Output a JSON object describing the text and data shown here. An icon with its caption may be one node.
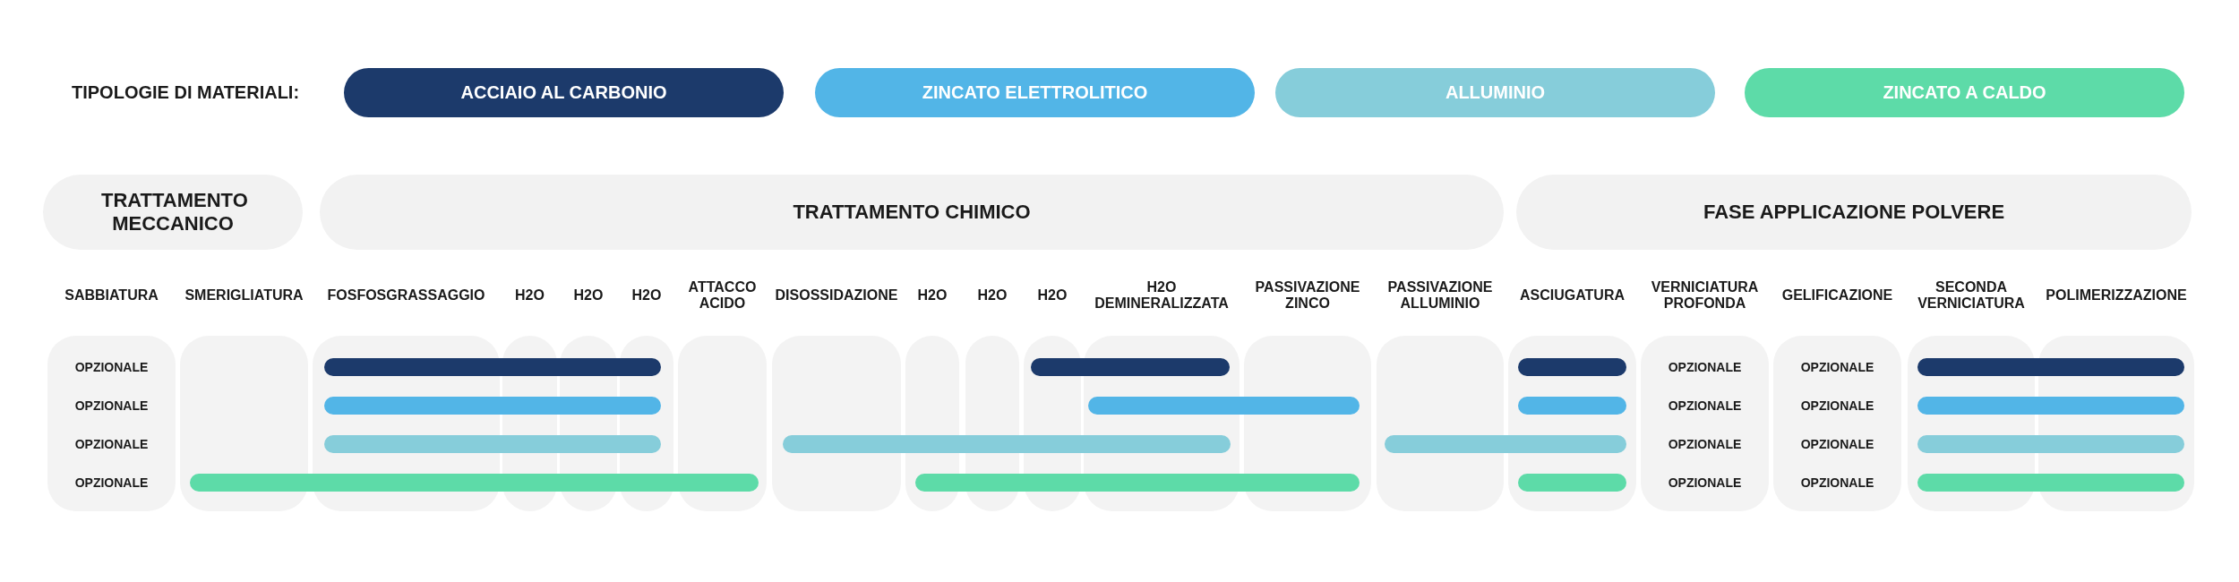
{
  "diagram": {
    "nodes": [
      {
        "text": [
          "TRATTAMENTO MECCANICO"
        ]
      },
      {
        "text": [
          "TRATTAMENTO CHIMICO"
        ]
      },
      {
        "text": [
          "FASE APPLICAZIONE POLVERE"
        ]
      },
      {
        "text": [
          "OPZIONALE",
          "OPZIONALE",
          "OPZIONALE",
          "OPZIONALE"
        ],
        "beside": [
          "SABBIATURA"
        ]
      },
      {
        "text": [],
        "shape": "box",
        "beside": [
          "SMERIGLIATURA"
        ]
      },
      {
        "text": [],
        "shape": "box",
        "beside": [
          "FOSFOSGRASSAGGIO"
        ]
      },
      {
        "text": [],
        "shape": "box",
        "beside": [
          "H2O"
        ]
      },
      {
        "text": [],
        "shape": "box",
        "beside": [
          "H2O"
        ]
      },
      {
        "text": [],
        "shape": "box",
        "beside": [
          "H2O"
        ]
      },
      {
        "text": [],
        "shape": "box",
        "beside": [
          "ATTACCO ACIDO"
        ]
      },
      {
        "text": [],
        "shape": "box",
        "beside": [
          "DISOSSIDAZIONE"
        ]
      },
      {
        "text": [],
        "shape": "box",
        "beside": [
          "H2O"
        ]
      },
      {
        "text": [],
        "shape": "box",
        "beside": [
          "H2O"
        ]
      },
      {
        "text": [],
        "shape": "box",
        "beside": [
          "H2O"
        ]
      },
      {
        "text": [],
        "shape": "box",
        "beside": [
          "H2O DEMINERALIZZATA"
        ]
      },
      {
        "text": [],
        "shape": "box",
        "beside": [
          "PASSIVAZIONE ZINCO"
        ]
      },
      {
        "text": [],
        "shape": "box",
        "beside": [
          "PASSIVAZIONE ALLUMINIO"
        ]
      },
      {
        "text": [],
        "shape": "box",
        "beside": [
          "ASCIUGATURA"
        ]
      },
      {
        "text": [
          "OPZIONALE",
          "OPZIONALE",
          "OPZIONALE",
          "OPZIONALE"
        ],
        "beside": [
          "VERNICIATURA PROFONDA"
        ]
      },
      {
        "text": [
          "OPZIONALE",
          "OPZIONALE",
          "OPZIONALE",
          "OPZIONALE"
        ],
        "beside": [
          "GELIFICAZIONE"
        ]
      },
      {
        "text": [],
        "shape": "box",
        "beside": [
          "SECONDA VERNICIATURA"
        ]
      },
      {
        "text": [],
        "shape": "box",
        "beside": [
          "POLIMERIZZAZIONE"
        ]
      },
      {
        "text": [],
        "shape": "bar"
      },
      {
        "text": [],
        "shape": "bar"
      },
      {
        "text": [],
        "shape": "bar",
        "in": 17
      },
      {
        "text": [],
        "shape": "bar"
      },
      {
        "text": [],
        "shape": "bar"
      },
      {
        "text": [],
        "shape": "bar"
      },
      {
        "text": [],
        "shape": "bar",
        "in": 17
      },
      {
        "text": [],
        "shape": "bar"
      },
      {
        "text": [],
        "shape": "bar"
      },
      {
        "text": [],
        "shape": "bar"
      },
      {
        "text": [],
        "shape": "bar"
      },
      {
        "text": [],
        "shape": "bar"
      },
      {
        "text": [],
        "shape": "bar"
      },
      {
        "text": [],
        "shape": "bar"
      },
      {
        "text": [],
        "shape": "bar",
        "in": 17
      },
      {
        "text": [],
        "shape": "bar"
      }
    ],
    "labels": [
      "TIPOLOGIE DI MATERIALI:"
    ],
    "legend": [
      {
        "text": "ACCIAIO AL CARBONIO",
        "color": "#1c3a6b"
      },
      {
        "text": "ZINCATO ELETTROLITICO",
        "color": "#52b5e7"
      },
      {
        "text": "ALLUMINIO",
        "color": "#86cdda"
      },
      {
        "text": "ZINCATO A CALDO",
        "color": "#5ddba8"
      }
    ]
  }
}
